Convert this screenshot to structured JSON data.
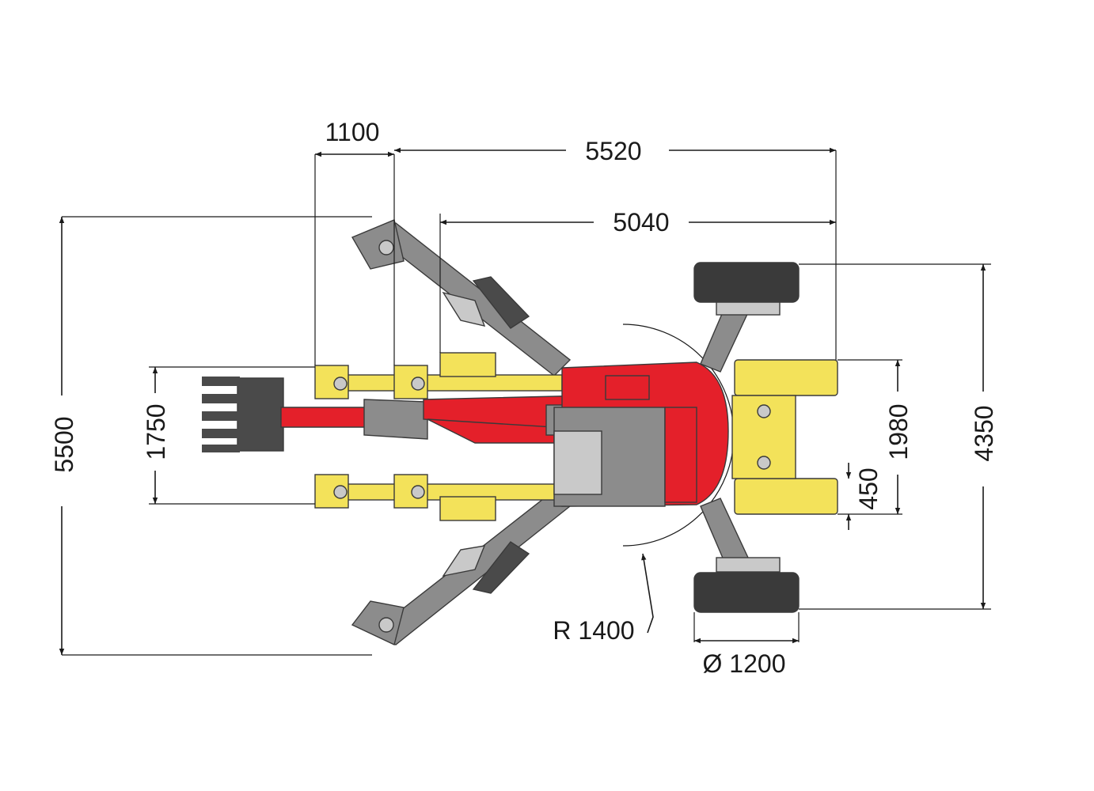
{
  "dimensions": {
    "d1100": "1100",
    "d5520": "5520",
    "d5040": "5040",
    "d5500": "5500",
    "d1750": "1750",
    "d1980": "1980",
    "d4350": "4350",
    "d450": "450",
    "radius": "R 1400",
    "wheel_diameter": "Ø 1200"
  },
  "colors": {
    "body": "#e4202a",
    "stabilizer": "#f3e25a",
    "frame": "#8c8c8c",
    "tire": "#3a3a3a"
  }
}
